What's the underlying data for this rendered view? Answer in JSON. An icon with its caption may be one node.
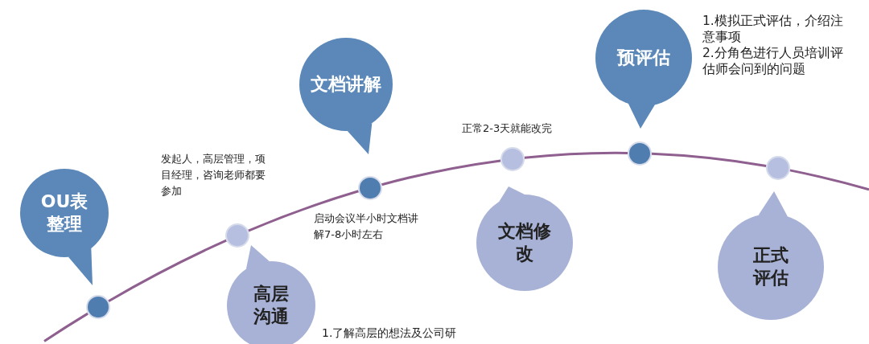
{
  "diagram": {
    "nodes": [
      {
        "text": [
          "OU表整理"
        ]
      },
      {
        "text": [
          "高层沟通"
        ]
      },
      {
        "text": [
          "文档讲解"
        ]
      },
      {
        "text": [
          "文档修改"
        ]
      },
      {
        "text": [
          "预评估"
        ]
      },
      {
        "text": [
          "正式评估"
        ]
      },
      {
        "text": [],
        "shape": "circle"
      },
      {
        "text": [],
        "shape": "circle"
      },
      {
        "text": [],
        "shape": "circle"
      },
      {
        "text": [],
        "shape": "circle"
      },
      {
        "text": [],
        "shape": "circle"
      },
      {
        "text": [],
        "shape": "circle"
      }
    ],
    "edges": [
      {
        "from": 6,
        "to": 7,
        "arrow": "none"
      },
      {
        "from": 7,
        "to": 8,
        "arrow": "none"
      },
      {
        "from": 8,
        "to": 9,
        "arrow": "none"
      },
      {
        "from": 9,
        "to": 10,
        "arrow": "none"
      },
      {
        "from": 10,
        "to": 11,
        "arrow": "none"
      }
    ],
    "labels": [
      "1.模拟正式评估，介绍注意事项",
      "2.分角色进行人员培训评估师会问到的问题",
      "正常2-3天就能改完",
      "发起人，高层管理，项目经理，咨询老师都要参加",
      "启动会议半小时文档讲解7-8小时左右",
      "1.了解高层的想法及公司研"
    ]
  }
}
